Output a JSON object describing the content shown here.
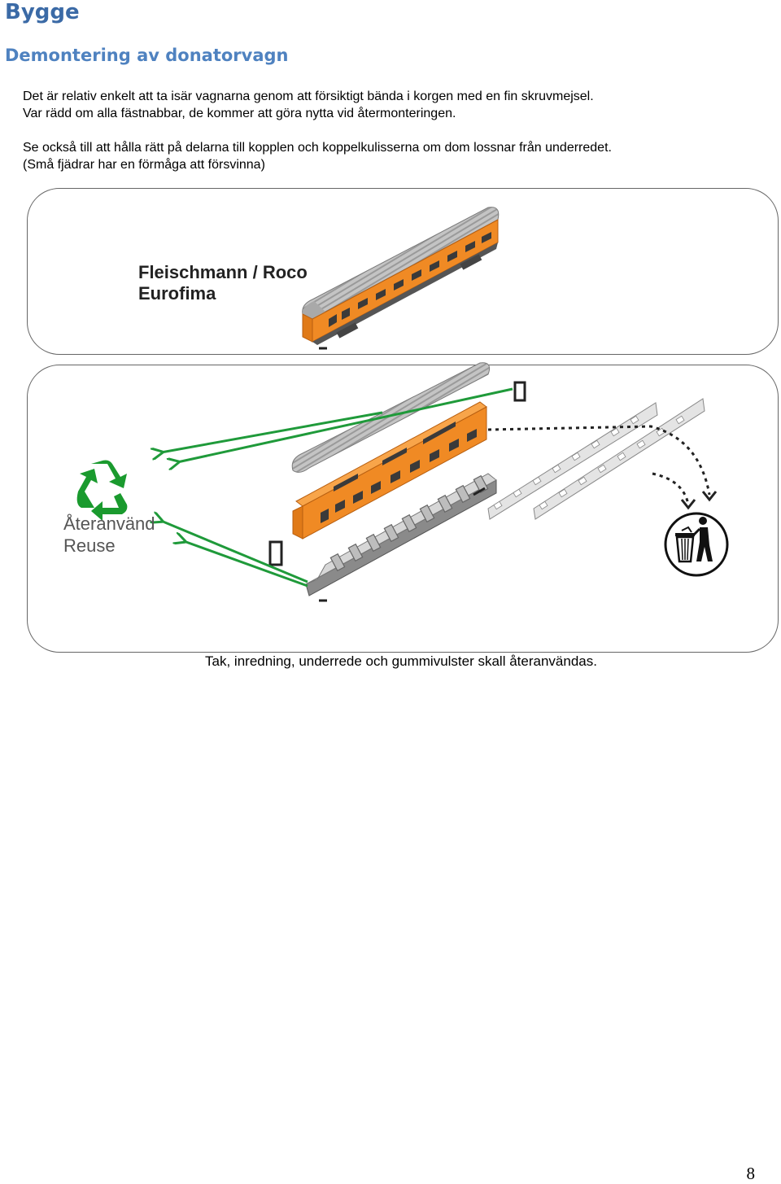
{
  "heading": "Bygge",
  "subheading": "Demontering av donatorvagn",
  "paragraphs": {
    "p1_line1": "Det är relativ enkelt att ta isär vagnarna genom att försiktigt bända i korgen med en fin skruvmejsel.",
    "p1_line2": "Var rädd om alla fästnabbar, de kommer att göra nytta vid återmonteringen.",
    "p2_line1": "Se också till att hålla rätt på delarna till kopplen och koppelkulisserna om dom lossnar från underredet.",
    "p2_line2": "(Små fjädrar har en förmåga att försvinna)"
  },
  "figure1": {
    "title_line1": "Fleischmann / Roco",
    "title_line2": "Eurofima"
  },
  "figure2": {
    "reuse_swedish": "Återanvänd",
    "reuse_english": "Reuse"
  },
  "caption": "Tak, inredning, underrede och gummivulster skall återanvändas.",
  "page_number": "8",
  "colors": {
    "heading": "#3b6aa6",
    "subheading": "#4f82c0",
    "car_body": "#f08a24",
    "arrow_green": "#1f9a3a",
    "recycle_green": "#1a9a2e"
  },
  "icons": [
    "recycle-icon",
    "trash-can-icon"
  ]
}
